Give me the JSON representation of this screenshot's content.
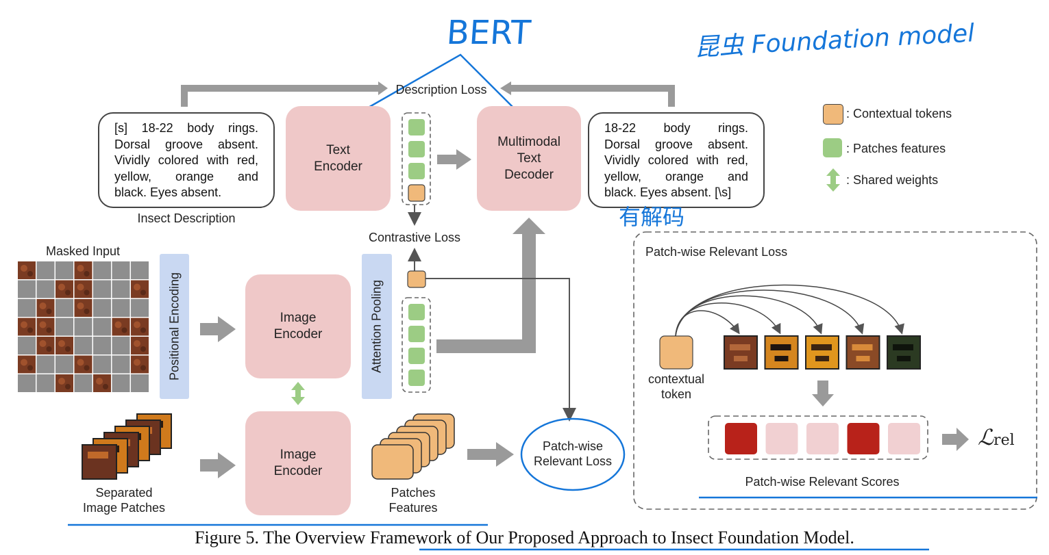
{
  "nodes": {
    "text_encoder": "Text\nEncoder",
    "multimodal_decoder": "Multimodal\nText\nDecoder",
    "image_encoder_top": "Image\nEncoder",
    "image_encoder_bottom": "Image\nEncoder",
    "positional_encoding": "Positional Encoding",
    "attention_pooling": "Attention Pooling"
  },
  "labels": {
    "description_loss": "Description Loss",
    "contrastive_loss": "Contrastive Loss",
    "insect_description": "Insect Description",
    "masked_input": "Masked Input",
    "separated_patches": "Separated\nImage Patches",
    "patches_features": "Patches\nFeatures",
    "patchwise_loss_node": "Patch-wise\nRelevant Loss",
    "patchwise_panel_title": "Patch-wise Relevant Loss",
    "contextual_token": "contextual\ntoken",
    "relevant_scores": "Patch-wise Relevant Scores",
    "l_rel_main": "ℒ",
    "l_rel_sub": "rel"
  },
  "description_in": {
    "lines": [
      "[s] 18-22 body rings.",
      "Dorsal groove absent.",
      "Vividly colored with red,",
      "yellow, orange and"
    ],
    "last": "black. Eyes absent."
  },
  "description_out": {
    "lines": [
      "18-22 body rings.",
      "Dorsal groove absent.",
      "Vividly colored with red,",
      "yellow, orange and"
    ],
    "last": "black. Eyes absent. [\\s]"
  },
  "legend": {
    "contextual": ": Contextual tokens",
    "patches": ": Patches features",
    "shared": ": Shared weights"
  },
  "annotations": {
    "bert": "BERT",
    "foundation": "昆虫 Foundation model",
    "decoder_note": "有解码"
  },
  "caption": "Figure 5. The Overview Framework of Our Proposed Approach to Insect Foundation Model.",
  "colors": {
    "encoder_pink": "#efc8c8",
    "contextual_orange": "#f0b97a",
    "patch_green": "#9ccc84",
    "score_dark": "#b8221a",
    "score_light": "#f1d0d2",
    "arrow_gray": "#9a9a9a",
    "annotation_blue": "#1576d9",
    "pos_bar_blue": "#c9d8f2"
  }
}
